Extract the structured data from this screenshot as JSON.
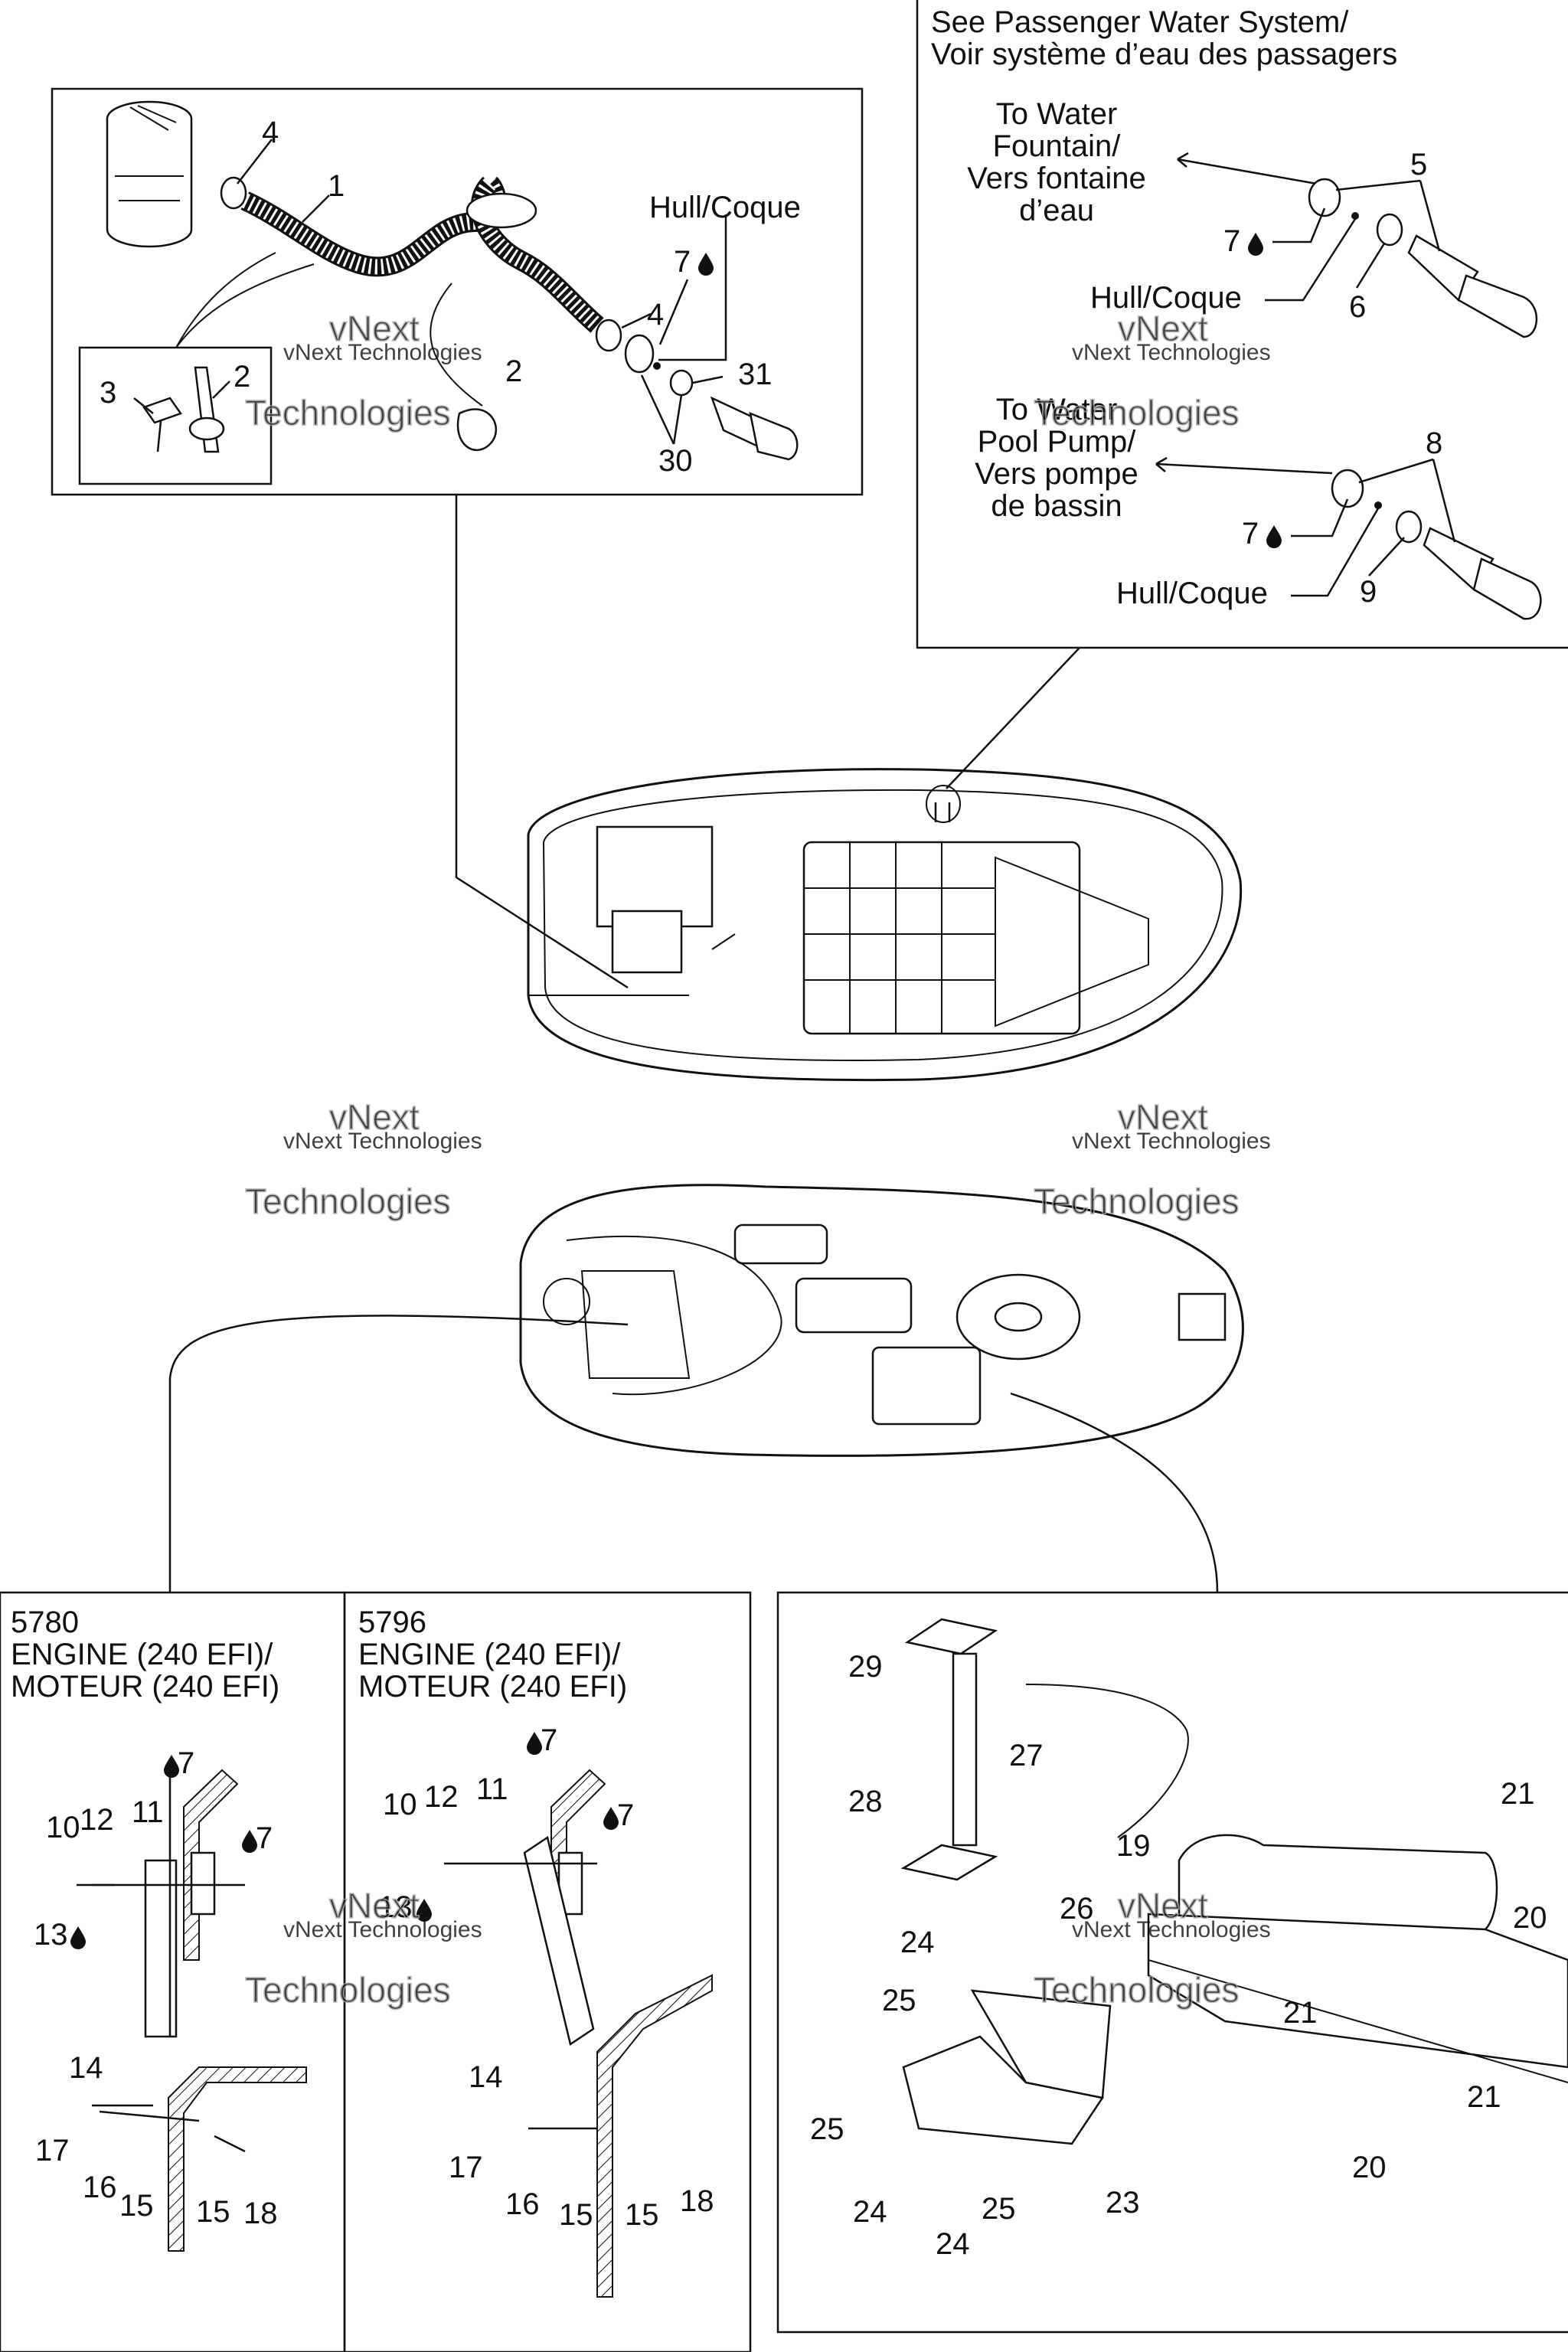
{
  "passenger_box": {
    "title_line1": "See Passenger Water System/",
    "title_line2": "Voir système d’eau des passagers",
    "fountain_l1": "To Water",
    "fountain_l2": "Fountain/",
    "fountain_l3": "Vers fontaine",
    "fountain_l4": "d’eau",
    "pool_l1": "To Water",
    "pool_l2": "Pool Pump/",
    "pool_l3": "Vers pompe",
    "pool_l4": "de bassin",
    "hull_a": "Hull/Coque",
    "hull_b": "Hull/Coque"
  },
  "bilge_box": {
    "hull": "Hull/Coque"
  },
  "engine_left": {
    "num": "5780",
    "line1": "ENGINE (240 EFI)/",
    "line2": "MOTEUR (240 EFI)"
  },
  "engine_right": {
    "num": "5796",
    "line1": "ENGINE (240 EFI)/",
    "line2": "MOTEUR (240 EFI)"
  },
  "watermark": {
    "line1": "vNext Technologies",
    "outline1": "vNext",
    "outline2": "Technologies"
  },
  "callouts": {
    "c1": "1",
    "c2": "2",
    "c2b": "2",
    "c3": "3",
    "c4": "4",
    "c4b": "4",
    "c5": "5",
    "c6": "6",
    "c7a": "7",
    "c7b": "7",
    "c7c": "7",
    "c8": "8",
    "c9": "9",
    "c30": "30",
    "c31": "31",
    "l10": "10",
    "l11": "11",
    "l12": "12",
    "l13": "13",
    "l14": "14",
    "l15a": "15",
    "l15b": "15",
    "l16": "16",
    "l17": "17",
    "l18": "18",
    "l7a": "7",
    "l7b": "7",
    "r10": "10",
    "r11": "11",
    "r12": "12",
    "r13": "13",
    "r14": "14",
    "r15a": "15",
    "r15b": "15",
    "r16": "16",
    "r17": "17",
    "r18": "18",
    "r7a": "7",
    "r7b": "7",
    "s19": "19",
    "s20a": "20",
    "s20b": "20",
    "s21a": "21",
    "s21b": "21",
    "s21c": "21",
    "s23": "23",
    "s24a": "24",
    "s24b": "24",
    "s24c": "24",
    "s25a": "25",
    "s25b": "25",
    "s25c": "25",
    "s26": "26",
    "s27": "27",
    "s28": "28",
    "s29": "29"
  }
}
